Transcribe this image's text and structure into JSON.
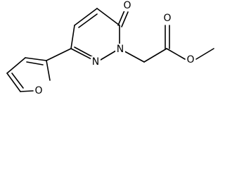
{
  "molecule": {
    "atoms": [
      {
        "id": "ring-oxygen",
        "symbol": "O"
      },
      {
        "id": "nitrogen-2",
        "symbol": "N"
      },
      {
        "id": "nitrogen-1",
        "symbol": "N"
      },
      {
        "id": "carbonyl-oxygen-ring",
        "symbol": "O"
      },
      {
        "id": "carbonyl-oxygen-ester",
        "symbol": "O"
      },
      {
        "id": "ester-oxygen",
        "symbol": "O"
      }
    ]
  }
}
